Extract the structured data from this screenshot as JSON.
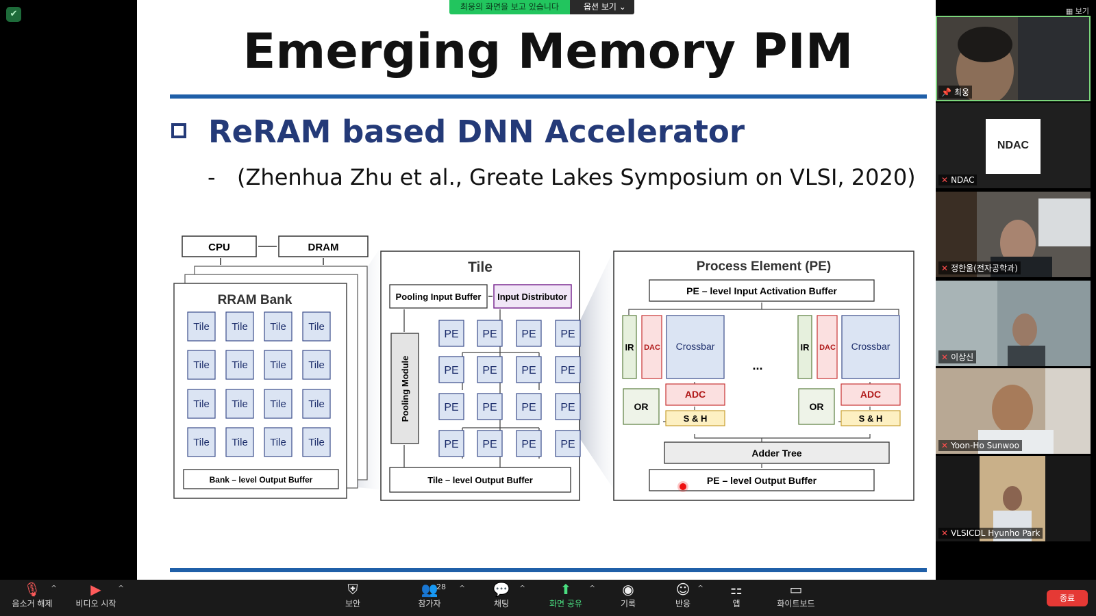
{
  "share_banner": {
    "status": "최웅의 화면을 보고 있습니다",
    "options": "옵션 보기 ⌄"
  },
  "slide": {
    "title": "Emerging Memory PIM",
    "heading": "ReRAM based DNN Accelerator",
    "dash": "-",
    "citation": "(Zhenhua Zhu et al., Greate Lakes Symposium on VLSI, 2020)"
  },
  "diagram": {
    "cpu": "CPU",
    "dram": "DRAM",
    "bank_title": "RRAM Bank",
    "tile_label": "Tile",
    "bank_output": "Bank – level Output Buffer",
    "tile_title": "Tile",
    "pooling_input": "Pooling Input Buffer",
    "input_distributor": "Input Distributor",
    "pooling_module": "Pooling Module",
    "pe_label": "PE",
    "tile_output": "Tile – level Output Buffer",
    "pe_title": "Process Element (PE)",
    "pe_input": "PE – level Input Activation Buffer",
    "ir": "IR",
    "dac": "DAC",
    "crossbar": "Crossbar",
    "adc": "ADC",
    "or": "OR",
    "sh": "S & H",
    "ellipsis": "...",
    "adder_tree": "Adder Tree",
    "pe_output": "PE – level Output Buffer"
  },
  "sidebar": {
    "view_label": "보기",
    "participants": [
      {
        "name": "최웅",
        "active": true
      },
      {
        "name": "NDAC",
        "active": false
      },
      {
        "name": "정한울(전자공학과)",
        "active": false
      },
      {
        "name": "이상신",
        "active": false
      },
      {
        "name": "Yoon-Ho Sunwoo",
        "active": false
      },
      {
        "name": "VLSICDL Hyunho Park",
        "active": false
      }
    ],
    "ndac_logo": "NDAC"
  },
  "toolbar": {
    "mute": "음소거 해제",
    "video": "비디오 시작",
    "security": "보안",
    "participants": "참가자",
    "participant_count": "28",
    "chat": "채팅",
    "share": "화면 공유",
    "record": "기록",
    "reactions": "반응",
    "apps": "앱",
    "whiteboard": "화이트보드",
    "end": "종료"
  },
  "colors": {
    "accent_blue": "#1f5fa8",
    "heading_blue": "#243a78",
    "share_green": "#22c55e",
    "end_red": "#e53935"
  }
}
